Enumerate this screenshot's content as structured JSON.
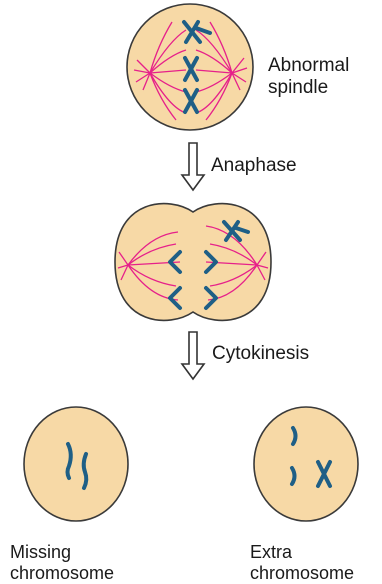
{
  "labels": {
    "abnormal_line1": "Abnormal",
    "abnormal_line2": "spindle",
    "anaphase": "Anaphase",
    "cytokinesis": "Cytokinesis",
    "missing_line1": "Missing",
    "missing_line2": "chromosome",
    "extra_line1": "Extra",
    "extra_line2": "chromosome"
  },
  "colors": {
    "cell_fill": "#f7d9a6",
    "cell_outline": "#3a3a3a",
    "spindle": "#e6208a",
    "chromosome": "#1f5f86",
    "arrow": "#333333"
  }
}
